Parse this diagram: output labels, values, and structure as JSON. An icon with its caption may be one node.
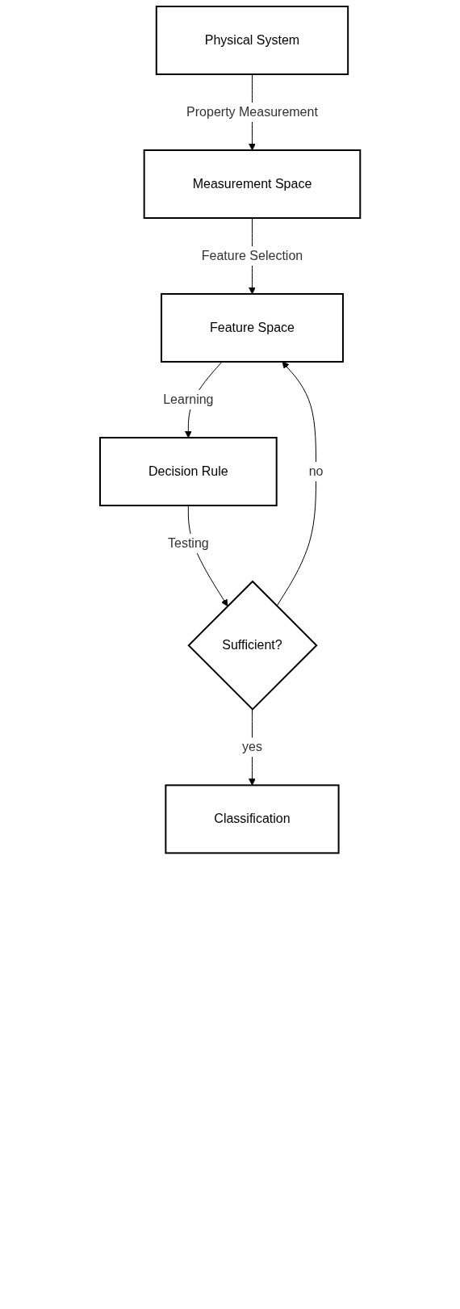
{
  "diagram": {
    "nodes": [
      {
        "text": [
          "Physical System"
        ]
      },
      {
        "text": [
          "Measurement Space"
        ]
      },
      {
        "text": [
          "Feature Space"
        ]
      },
      {
        "text": [
          "Decision Rule"
        ]
      },
      {
        "text": [
          "Sufficient?"
        ]
      },
      {
        "text": [
          "Classification"
        ]
      }
    ],
    "edges": [
      {
        "from": 0,
        "to": 1,
        "arrow": "to",
        "label": "Property Measurement"
      },
      {
        "from": 1,
        "to": 2,
        "arrow": "to",
        "label": "Feature Selection"
      },
      {
        "from": 2,
        "to": 3,
        "arrow": "to",
        "label": "Learning"
      },
      {
        "from": 3,
        "to": 4,
        "arrow": "to",
        "label": "Testing"
      },
      {
        "from": 4,
        "to": 5,
        "arrow": "to",
        "label": "yes"
      },
      {
        "from": 4,
        "to": 2,
        "arrow": "to",
        "label": "no"
      }
    ]
  }
}
